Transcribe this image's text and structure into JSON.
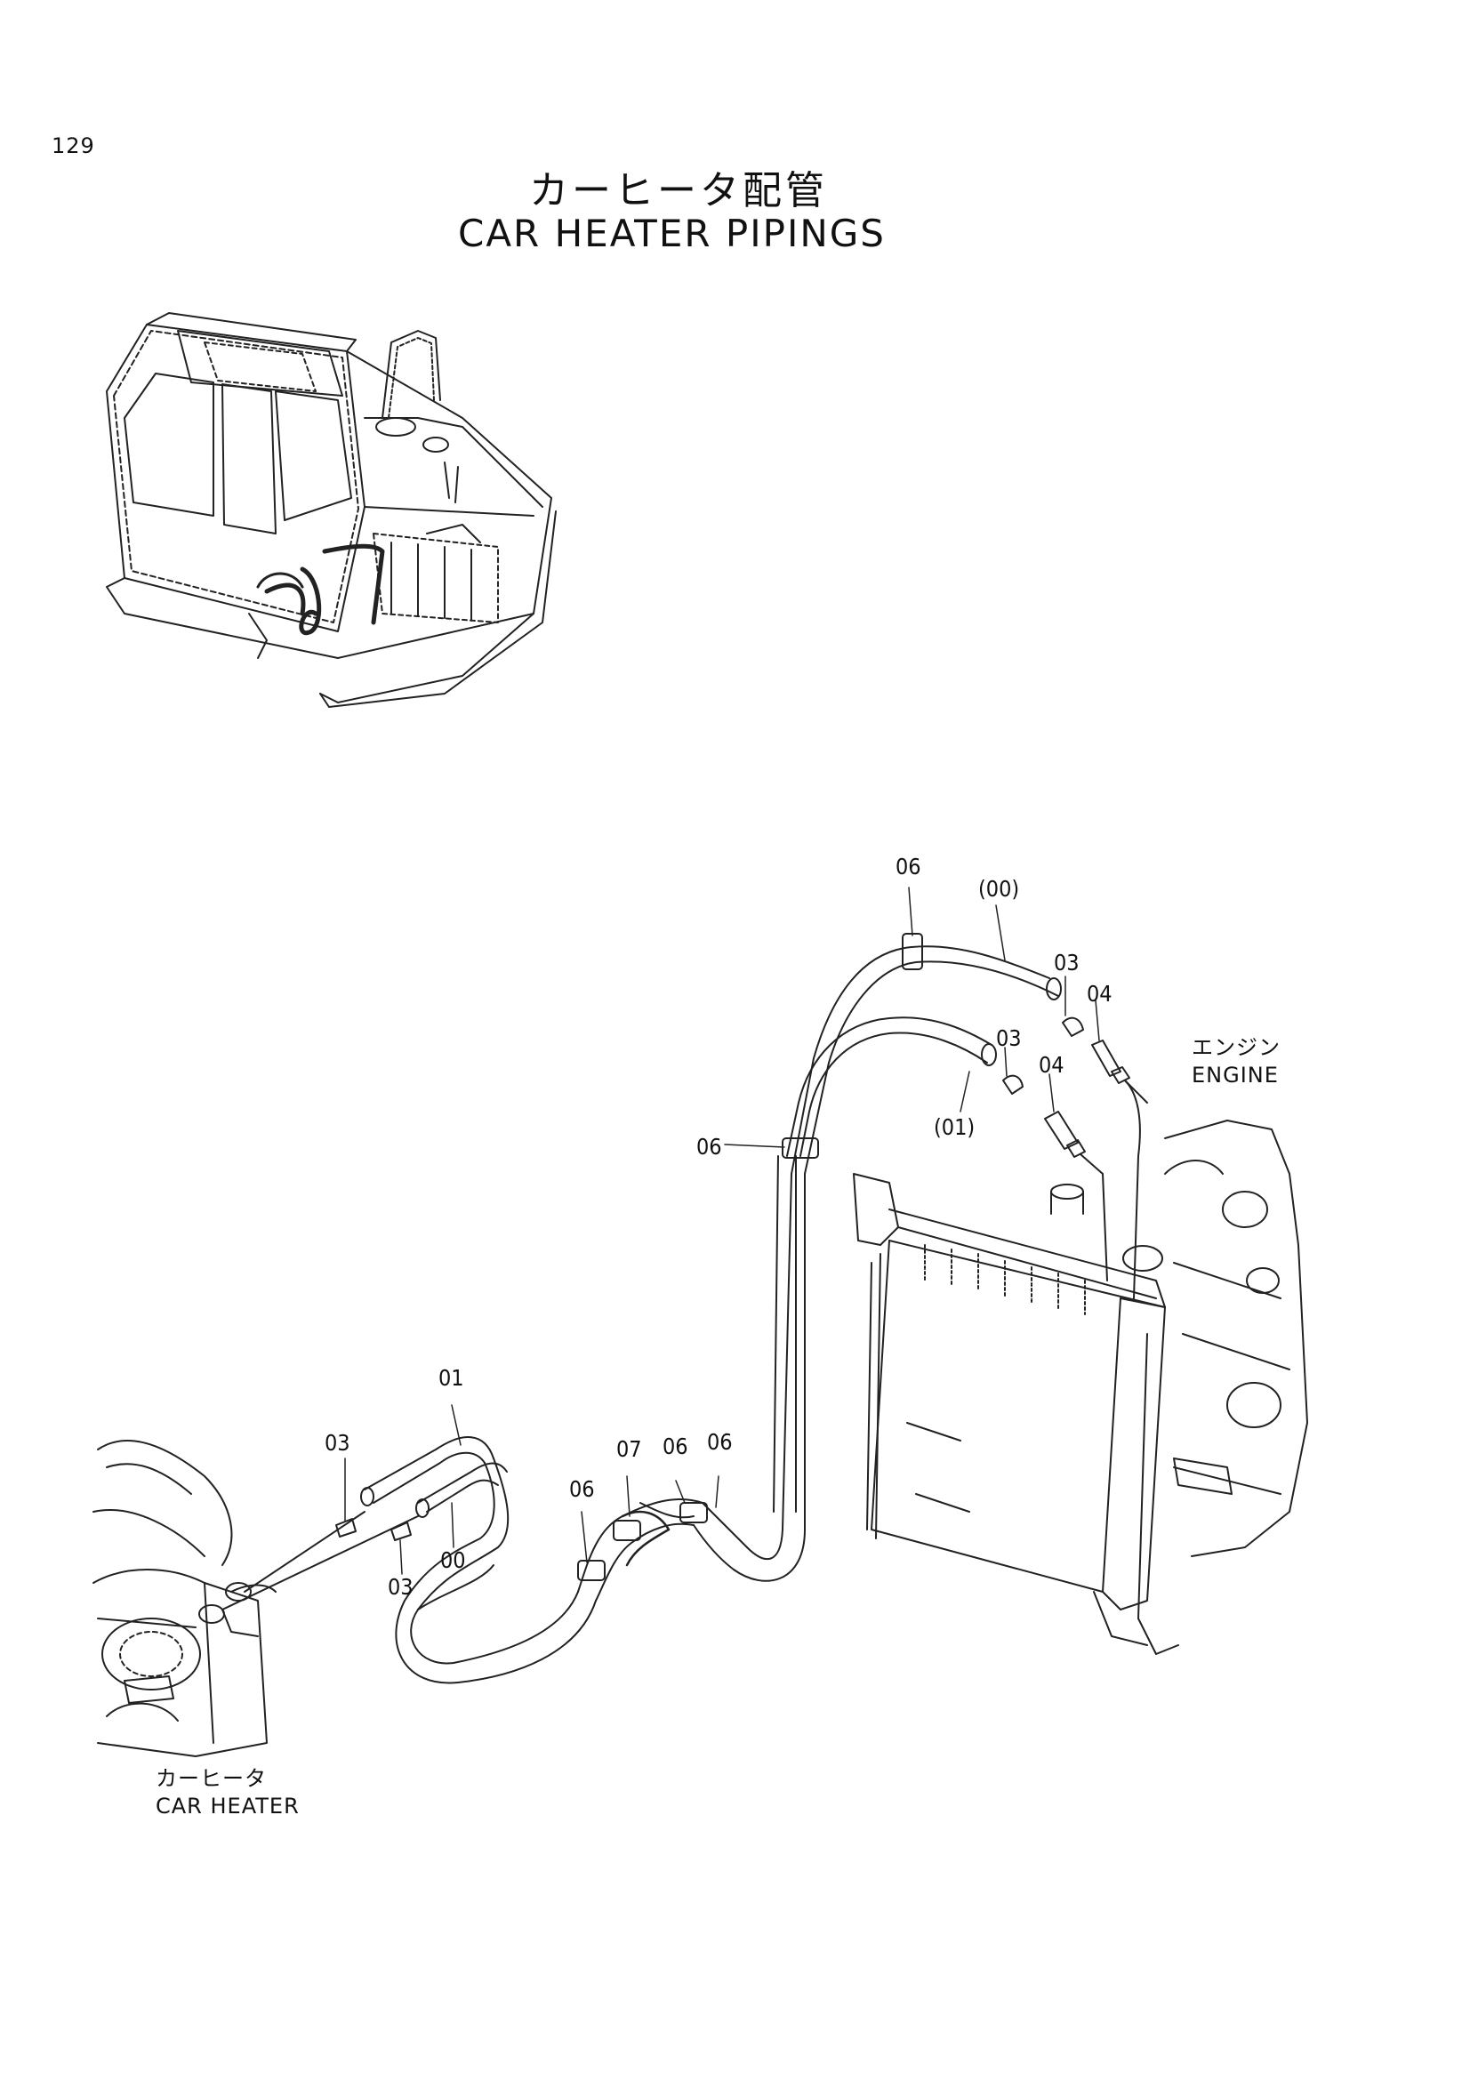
{
  "page": {
    "number": "129",
    "title_jp": "カーヒータ配管",
    "title_en": "CAR HEATER PIPINGS"
  },
  "labels": {
    "engine_jp": "エンジン",
    "engine_en": "ENGINE",
    "heater_jp": "カーヒータ",
    "heater_en": "CAR HEATER"
  },
  "parts": [
    {
      "id": "p1",
      "text": "06"
    },
    {
      "id": "p2",
      "text": "(00)"
    },
    {
      "id": "p3",
      "text": "03"
    },
    {
      "id": "p4",
      "text": "04"
    },
    {
      "id": "p5",
      "text": "03"
    },
    {
      "id": "p6",
      "text": "04"
    },
    {
      "id": "p7",
      "text": "(01)"
    },
    {
      "id": "p8",
      "text": "06"
    },
    {
      "id": "p9",
      "text": "01"
    },
    {
      "id": "p10",
      "text": "03"
    },
    {
      "id": "p11",
      "text": "00"
    },
    {
      "id": "p12",
      "text": "03"
    },
    {
      "id": "p13",
      "text": "06"
    },
    {
      "id": "p14",
      "text": "07"
    },
    {
      "id": "p15",
      "text": "06"
    },
    {
      "id": "p16",
      "text": "06"
    }
  ]
}
